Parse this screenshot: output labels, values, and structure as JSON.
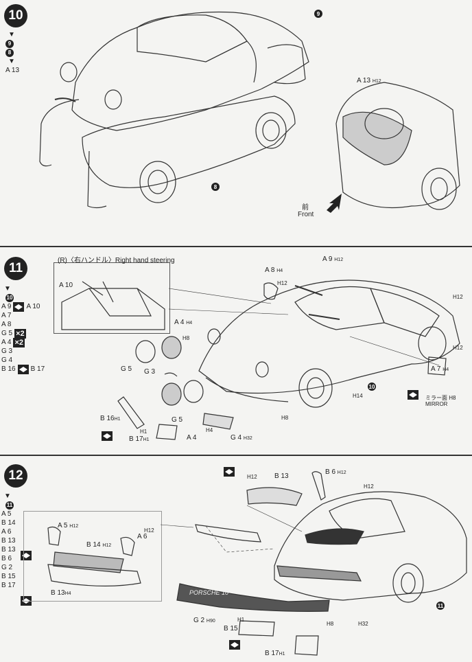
{
  "step10": {
    "number": "10",
    "seq": [
      "9",
      "8"
    ],
    "seq_part": "A 13",
    "label_callout9": "9",
    "label_callout8": "8",
    "label_a13": "A 13",
    "label_a13_h": "H",
    "label_a13_h_num": "12",
    "front_jp": "前",
    "front_en": "Front"
  },
  "step11": {
    "number": "11",
    "seq_top": "10",
    "parts_list": [
      {
        "text": "A 9",
        "glue": true,
        "text2": "A 10"
      },
      {
        "text": "A 7"
      },
      {
        "text": "A 8"
      },
      {
        "text": "G 5",
        "x2": "×2"
      },
      {
        "text": "A 4",
        "x2": "×2"
      },
      {
        "text": "G 3"
      },
      {
        "text": "G 4"
      },
      {
        "text": "B 16",
        "glue": true,
        "text2": "B 17"
      }
    ],
    "inset_title": "(R)〈右ハンドル〉Right hand steering",
    "labels": {
      "a10": "A 10",
      "a8": "A 8",
      "a9": "A 9",
      "a4_top": "A 4",
      "g5_left": "G 5",
      "g3": "G 3",
      "b16": "B 16",
      "b17": "B 17",
      "g5_bot": "G 5",
      "a4_bot": "A 4",
      "g4": "G 4",
      "a7": "A 7",
      "callout10": "10",
      "mirror_jp": "ミラー面",
      "mirror_en": "MIRROR"
    },
    "h_marks": {
      "h12": "H12",
      "h4": "H4",
      "h8": "H8",
      "h1": "H1",
      "h14": "H14",
      "h32": "H32"
    }
  },
  "step12": {
    "number": "12",
    "seq_top": "11",
    "parts_list": [
      "A 5",
      "B 14",
      "A 6",
      "B 13",
      "B 13",
      "B 6",
      "G 2",
      "B 15",
      "B 17"
    ],
    "labels": {
      "a5": "A 5",
      "b14": "B 14",
      "a6": "A 6",
      "b13_left": "B 13",
      "b13_top": "B 13",
      "b6": "B 6",
      "g2": "G 2",
      "b15": "B 15",
      "b17": "B 17",
      "callout11": "11",
      "plate_text": "PORSCHE 10"
    },
    "h_marks": {
      "h12": "H12",
      "h4": "H4",
      "h8": "H8",
      "h1": "H1",
      "h32": "H32",
      "h90": "H90"
    }
  }
}
